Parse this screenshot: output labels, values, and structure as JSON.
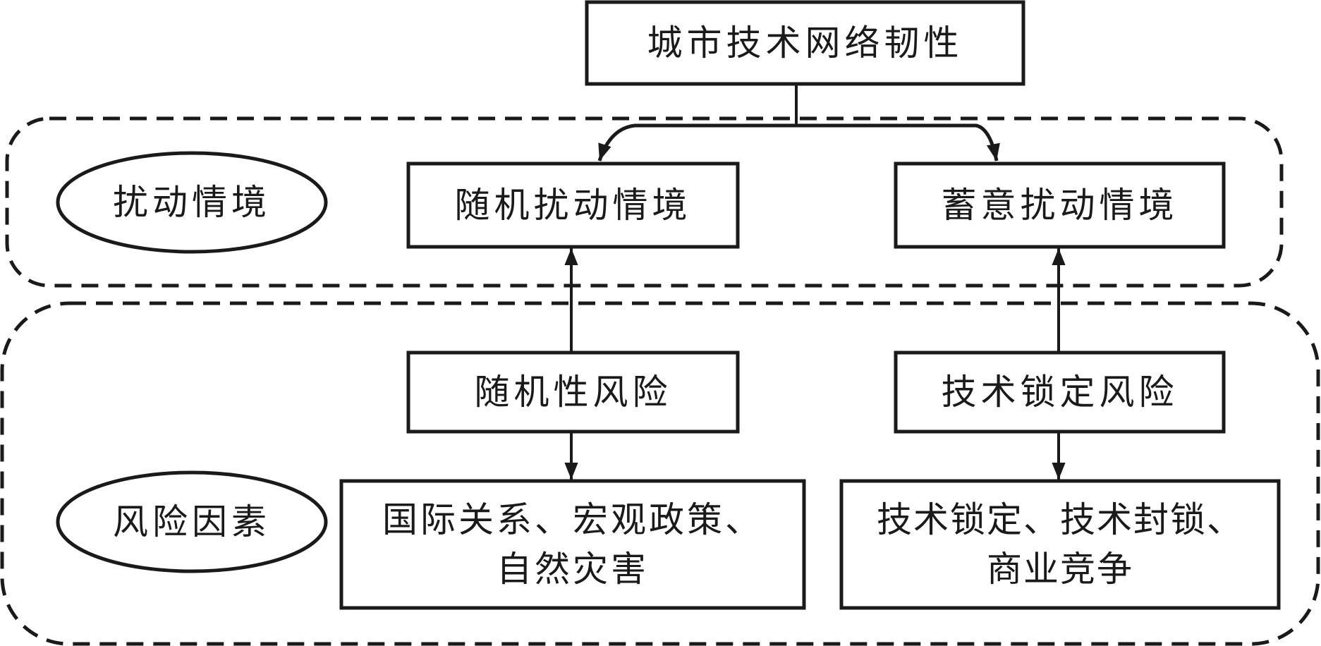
{
  "diagram": {
    "root": {
      "label": "城市技术网络韧性"
    },
    "groups": [
      {
        "id": "disturbance",
        "label": "扰动情境"
      },
      {
        "id": "risk",
        "label": "风险因素"
      }
    ],
    "scenarios": [
      {
        "label": "随机扰动情境"
      },
      {
        "label": "蓄意扰动情境"
      }
    ],
    "risks": [
      {
        "label": "随机性风险"
      },
      {
        "label": "技术锁定风险"
      }
    ],
    "factors": [
      {
        "line1": "国际关系、宏观政策、",
        "line2": "自然灾害"
      },
      {
        "line1": "技术锁定、技术封锁、",
        "line2": "商业竞争"
      }
    ],
    "edges": [
      {
        "from": "城市技术网络韧性",
        "to": "随机扰动情境"
      },
      {
        "from": "城市技术网络韧性",
        "to": "蓄意扰动情境"
      },
      {
        "from": "随机性风险",
        "to": "随机扰动情境"
      },
      {
        "from": "技术锁定风险",
        "to": "蓄意扰动情境"
      },
      {
        "from": "随机性风险",
        "to": "国际关系、宏观政策、自然灾害"
      },
      {
        "from": "技术锁定风险",
        "to": "技术锁定、技术封锁、商业竞争"
      }
    ]
  }
}
